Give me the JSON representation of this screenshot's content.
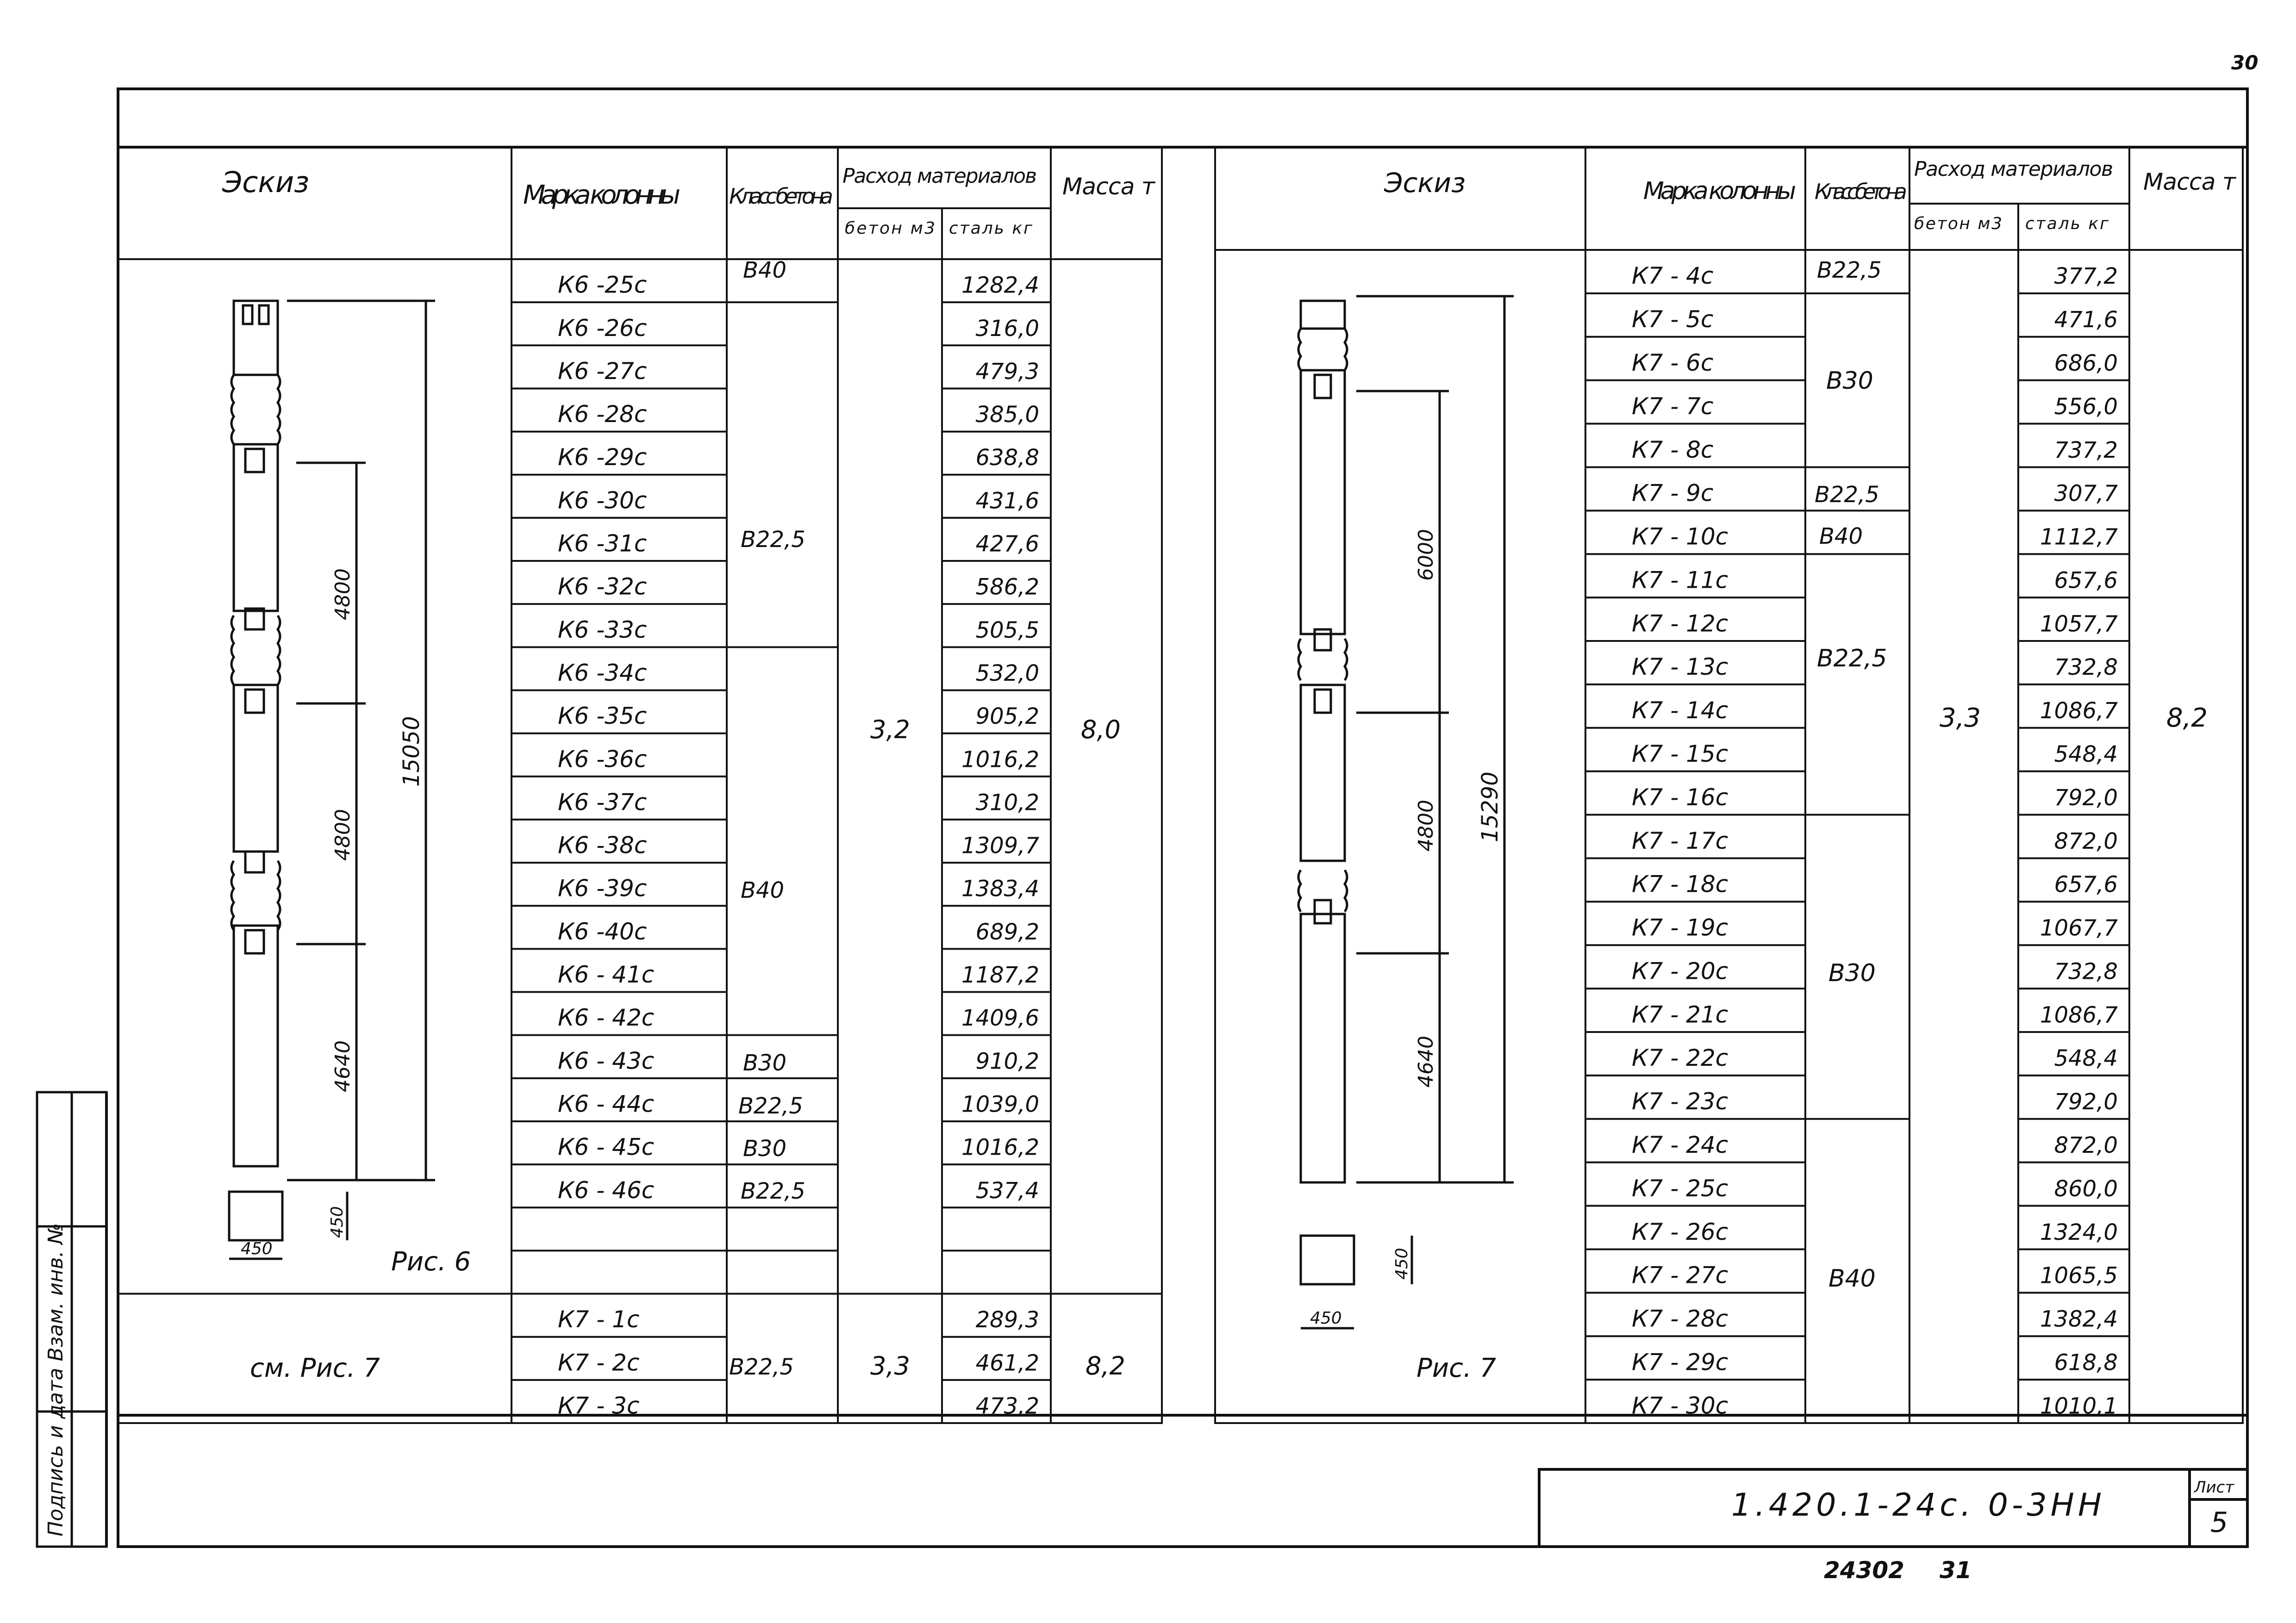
{
  "page_number": "30",
  "left_table": {
    "headers": {
      "sketch": "Эскиз",
      "mark": "Марка колонны",
      "klass": "Класс бетона",
      "rashod": "Расход материалов",
      "beton": "бетон м3",
      "stal": "сталь кг",
      "massa": "Масса т"
    },
    "rows": [
      {
        "mark": "К6 -25с",
        "stal": "1282,4"
      },
      {
        "mark": "К6 -26с",
        "stal": "316,0"
      },
      {
        "mark": "К6 -27с",
        "stal": "479,3"
      },
      {
        "mark": "К6 -28с",
        "stal": "385,0"
      },
      {
        "mark": "К6 -29с",
        "stal": "638,8"
      },
      {
        "mark": "К6 -30с",
        "stal": "431,6"
      },
      {
        "mark": "К6 -31с",
        "stal": "427,6"
      },
      {
        "mark": "К6 -32с",
        "stal": "586,2"
      },
      {
        "mark": "К6 -33с",
        "stal": "505,5"
      },
      {
        "mark": "К6 -34с",
        "stal": "532,0"
      },
      {
        "mark": "К6 -35с",
        "stal": "905,2"
      },
      {
        "mark": "К6 -36с",
        "stal": "1016,2"
      },
      {
        "mark": "К6 -37с",
        "stal": "310,2"
      },
      {
        "mark": "К6 -38с",
        "stal": "1309,7"
      },
      {
        "mark": "К6 -39с",
        "stal": "1383,4"
      },
      {
        "mark": "К6 -40с",
        "stal": "689,2"
      },
      {
        "mark": "К6 - 41с",
        "stal": "1187,2"
      },
      {
        "mark": "К6 - 42с",
        "stal": "1409,6"
      },
      {
        "mark": "К6 - 43с",
        "stal": "910,2"
      },
      {
        "mark": "К6 - 44с",
        "stal": "1039,0"
      },
      {
        "mark": "К6 - 45с",
        "stal": "1016,2"
      },
      {
        "mark": "К6 - 46с",
        "stal": "537,4"
      },
      {
        "mark": "",
        "stal": ""
      },
      {
        "mark": "",
        "stal": ""
      },
      {
        "mark": "К7 - 1с",
        "stal": "289,3"
      },
      {
        "mark": "К7 - 2с",
        "stal": "461,2"
      },
      {
        "mark": "К7 - 3с",
        "stal": "473,2"
      }
    ],
    "klass_labels": [
      "В40",
      "В22,5",
      "В40",
      "В30",
      "В22,5",
      "В30",
      "В22,5",
      "В22,5"
    ],
    "beton_labels": [
      "3,2",
      "3,3"
    ],
    "massa_labels": [
      "8,0",
      "8,2"
    ],
    "sketch_ref": "см. Рис. 7",
    "fig_label": "Рис. 6",
    "dims": [
      "4800",
      "4800",
      "4640",
      "15050",
      "450",
      "450"
    ]
  },
  "right_table": {
    "headers": {
      "sketch": "Эскиз",
      "mark": "Марка колонны",
      "klass": "Класс бетона",
      "rashod": "Расход материалов",
      "beton": "бетон м3",
      "stal": "сталь кг",
      "massa": "Масса т"
    },
    "rows": [
      {
        "mark": "К7 - 4с",
        "stal": "377,2"
      },
      {
        "mark": "К7 - 5с",
        "stal": "471,6"
      },
      {
        "mark": "К7 - 6с",
        "stal": "686,0"
      },
      {
        "mark": "К7 - 7с",
        "stal": "556,0"
      },
      {
        "mark": "К7 - 8с",
        "stal": "737,2"
      },
      {
        "mark": "К7 - 9с",
        "stal": "307,7"
      },
      {
        "mark": "К7 - 10с",
        "stal": "1112,7"
      },
      {
        "mark": "К7 - 11с",
        "stal": "657,6"
      },
      {
        "mark": "К7 - 12с",
        "stal": "1057,7"
      },
      {
        "mark": "К7 - 13с",
        "stal": "732,8"
      },
      {
        "mark": "К7 - 14с",
        "stal": "1086,7"
      },
      {
        "mark": "К7 - 15с",
        "stal": "548,4"
      },
      {
        "mark": "К7 - 16с",
        "stal": "792,0"
      },
      {
        "mark": "К7 - 17с",
        "stal": "872,0"
      },
      {
        "mark": "К7 - 18с",
        "stal": "657,6"
      },
      {
        "mark": "К7 - 19с",
        "stal": "1067,7"
      },
      {
        "mark": "К7 - 20с",
        "stal": "732,8"
      },
      {
        "mark": "К7 - 21с",
        "stal": "1086,7"
      },
      {
        "mark": "К7 - 22с",
        "stal": "548,4"
      },
      {
        "mark": "К7 - 23с",
        "stal": "792,0"
      },
      {
        "mark": "К7 - 24с",
        "stal": "872,0"
      },
      {
        "mark": "К7 - 25с",
        "stal": "860,0"
      },
      {
        "mark": "К7 - 26с",
        "stal": "1324,0"
      },
      {
        "mark": "К7 - 27с",
        "stal": "1065,5"
      },
      {
        "mark": "К7 - 28с",
        "stal": "1382,4"
      },
      {
        "mark": "К7 - 29с",
        "stal": "618,8"
      },
      {
        "mark": "К7 - 30с",
        "stal": "1010,1"
      }
    ],
    "klass_labels": [
      "В22,5",
      "В30",
      "В22,5",
      "В40",
      "В22,5",
      "В30",
      "В40"
    ],
    "beton_labels": [
      "3,3"
    ],
    "massa_labels": [
      "8,2"
    ],
    "fig_label": "Рис. 7",
    "dims": [
      "6000",
      "4800",
      "4640",
      "15290",
      "450",
      "450"
    ]
  },
  "title_block": {
    "code": "1.420.1-24с. 0-3НН",
    "sheet_label": "Лист",
    "sheet_number": "5"
  },
  "side_stamp": "Подпись и дата Взам. инв. №",
  "footer_number": "24302",
  "footer_page": "31"
}
